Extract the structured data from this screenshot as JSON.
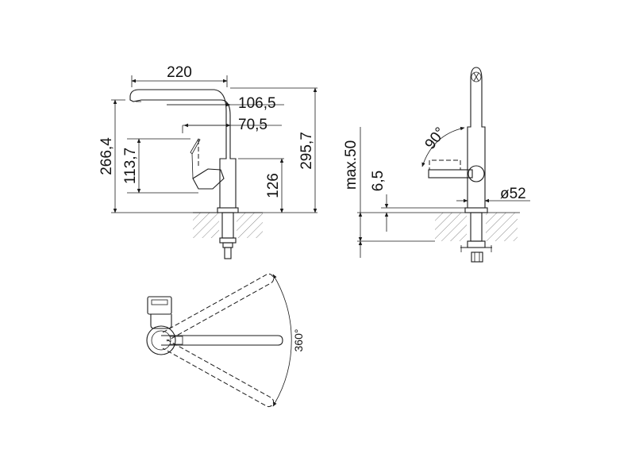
{
  "dimensions": {
    "width_top": "220",
    "offset_1": "106,5",
    "offset_2": "70,5",
    "total_height": "295,7",
    "height_spout": "266,4",
    "height_lever": "113,7",
    "height_body": "126",
    "max_thickness": "max.50",
    "gap": "6,5",
    "diameter": "ø52",
    "lever_angle": "90°",
    "swivel_angle": "360°"
  }
}
